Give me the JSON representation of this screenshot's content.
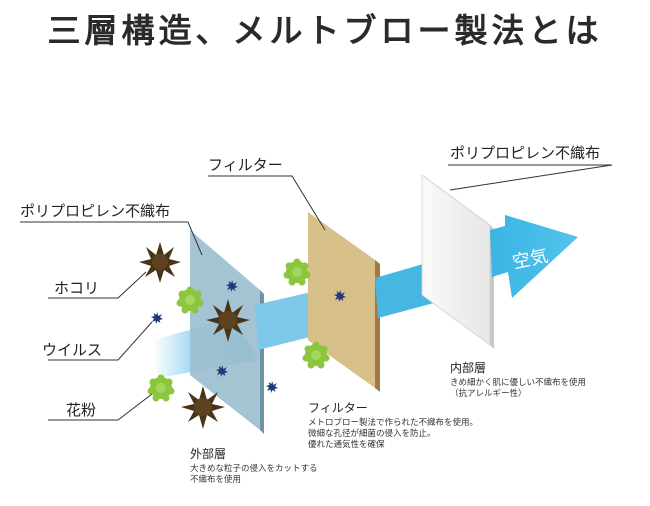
{
  "title": "三層構造、メルトブロー製法とは",
  "labels": {
    "pp_outer": "ポリプロピレン不織布",
    "filter": "フィルター",
    "pp_inner": "ポリプロピレン不織布",
    "dust": "ホコリ",
    "virus": "ウイルス",
    "pollen": "花粉",
    "air": "空気"
  },
  "captions": {
    "outer": {
      "heading": "外部層",
      "lines": [
        "大きめな粒子の侵入をカットする",
        "不織布を使用"
      ]
    },
    "filter": {
      "heading": "フィルター",
      "lines": [
        "メトロブロー製法で作られた不織布を使用。",
        "微細な孔径が細菌の侵入を防止。",
        "優れた通気性を確保"
      ]
    },
    "inner": {
      "heading": "内部層",
      "lines": [
        "きめ細かく肌に優しい不織布を使用",
        "（抗アレルギー性）"
      ]
    }
  },
  "colors": {
    "outer_layer": "#9dbfd0",
    "filter_layer": "#d8c08a",
    "inner_layer": "#f2f2f2",
    "air_flow": "#3bb4e3",
    "dust": "#4a3418",
    "virus": "#1e3a78",
    "pollen": "#8cc63f"
  }
}
